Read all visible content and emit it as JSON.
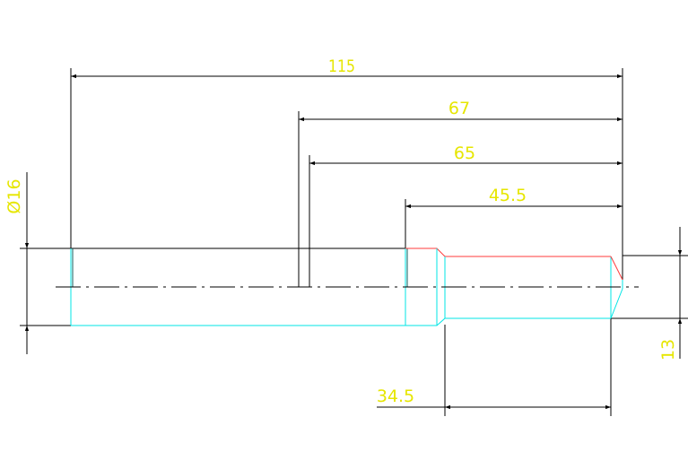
{
  "drawing": {
    "colors": {
      "background": "#ffffff",
      "dimension": "#000000",
      "dimension_text": "#e6e600",
      "outline": "#00e5e5",
      "upper_edge": "#ff3b3b",
      "centerline": "#000000"
    },
    "dimensions": {
      "overall_length": "115",
      "length_67": "67",
      "length_65": "65",
      "length_45_5": "45.5",
      "length_34_5": "34.5",
      "diameter_16": "Ø16",
      "diameter_13": "13"
    }
  }
}
